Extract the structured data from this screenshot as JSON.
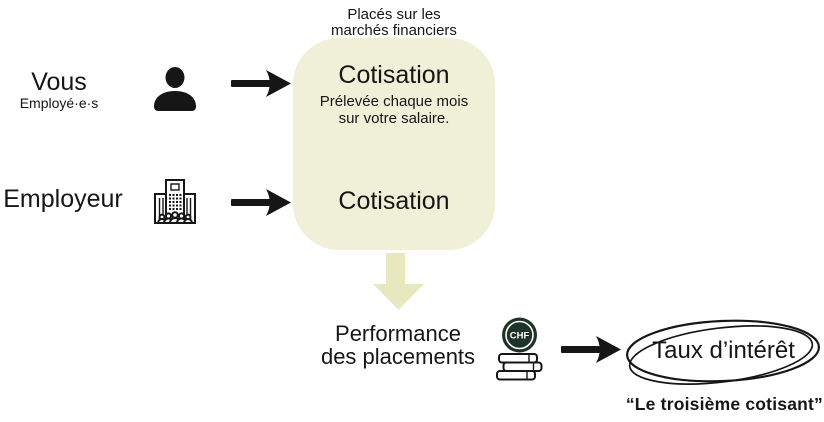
{
  "top_label": {
    "line1": "Placés sur les",
    "line2": "marchés financiers"
  },
  "employee": {
    "title": "Vous",
    "subtitle": "Employé·e·s"
  },
  "employer": {
    "title": "Employeur"
  },
  "contribution_box": {
    "employee_row": {
      "title": "Cotisation",
      "subtitle_line1": "Prélevée chaque mois",
      "subtitle_line2": "sur votre salaire."
    },
    "employer_row": {
      "title": "Cotisation"
    }
  },
  "performance": {
    "line1": "Performance",
    "line2": "des placements"
  },
  "coin": {
    "label": "CHF"
  },
  "interest": {
    "label": "Taux d’intérêt",
    "footnote": "“Le troisième cotisant”"
  },
  "colors": {
    "box_fill": "#F0EFD7",
    "soft_arrow": "#E7E8BD",
    "coin_fill": "#1F3329",
    "ink": "#161616"
  }
}
